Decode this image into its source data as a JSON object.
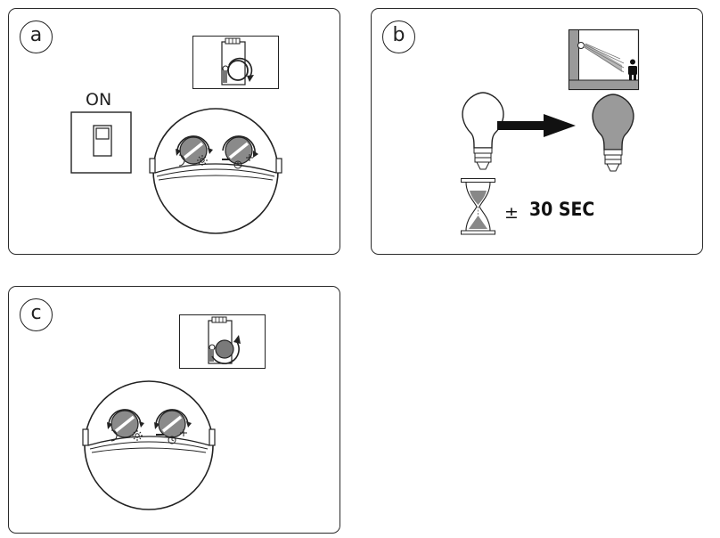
{
  "panels": {
    "a": {
      "step_label": "a",
      "switch_state_label": "ON"
    },
    "b": {
      "step_label": "b",
      "plus_minus": "±",
      "delay_text": "30 SEC"
    },
    "c": {
      "step_label": "c"
    }
  },
  "icons": [
    "wall-switch-icon",
    "sensor-housing-icon",
    "light-dial-icon",
    "time-dial-icon",
    "moon-icon",
    "sun-icon",
    "clock-icon",
    "rotate-clockwise-icon",
    "rotate-counterclockwise-icon",
    "detection-room-icon",
    "person-icon",
    "bulb-off-icon",
    "bulb-on-icon",
    "arrow-right-icon",
    "hourglass-icon"
  ]
}
